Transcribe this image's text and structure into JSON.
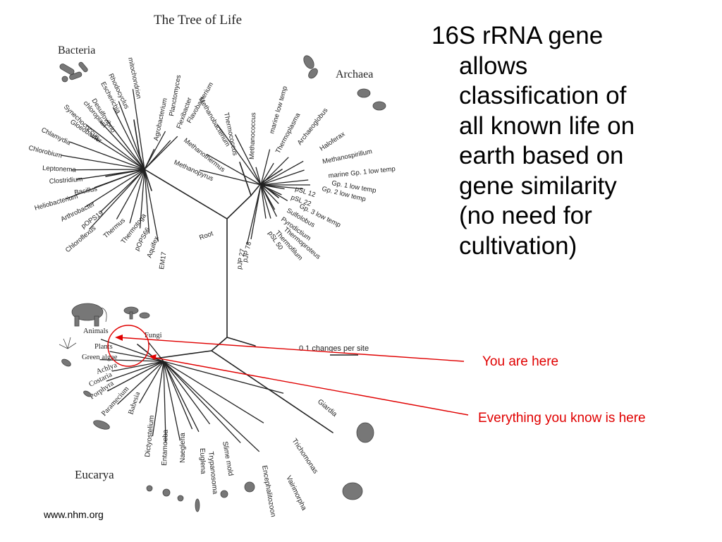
{
  "diagram": {
    "title": "The Tree of Life",
    "domains": {
      "bacteria": "Bacteria",
      "archaea": "Archaea",
      "eucarya": "Eucarya"
    },
    "root": "Root",
    "scale": "0.1 changes per site",
    "bacteria_taxa": [
      "mitochondrion",
      "Agrobacterium",
      "Planctomyces",
      "Flexibacter",
      "Flavobacterium",
      "Rhodocyclus",
      "Escherichia",
      "Desulfovibrio",
      "chloroplast",
      "Synechococcus",
      "Gloeobacter",
      "Chlamydia",
      "Chlorobium",
      "Leptonema",
      "Clostridium",
      "Bacillus",
      "Heliobacterium",
      "Arthrobacter",
      "pOPS19",
      "Chloroflexus",
      "Thermus",
      "Thermotoga",
      "pOPS66",
      "Aquifex",
      "EM17"
    ],
    "archaea_taxa": [
      "Methanobacterium",
      "Thermococcus",
      "Methanococcus",
      "marine low temp",
      "Thermoplasma",
      "Archaeoglobus",
      "Haloferax",
      "Methanospirillum",
      "Methanothermus",
      "Methanopyrus",
      "marine Gp. 1 low temp",
      "Gp. 1 low temp",
      "Gp. 2 low temp",
      "pSL 12",
      "pSL 22",
      "Gp. 3 low temp",
      "Sulfolobus",
      "Pyrodictium",
      "Thermoproteus",
      "Thermofilum",
      "pSL 50",
      "pJP 78",
      "pJP 27"
    ],
    "eucarya_taxa": [
      "Animals",
      "Fungi",
      "Plants",
      "Green algae",
      "Achlya",
      "Costaria",
      "Porphyra",
      "Paramecium",
      "Babesia",
      "Dictyostelium",
      "Entamoeba",
      "Naegleria",
      "Euglena",
      "Trypanosoma",
      "Slime mold",
      "Encephalitozoon",
      "Vairimorpha",
      "Trichomonas",
      "Giardia"
    ]
  },
  "bullet_lines": [
    "16S rRNA gene",
    "allows",
    "classification of",
    "all known life on",
    "earth based on",
    "gene similarity",
    "(no need for",
    "cultivation)"
  ],
  "callouts": {
    "you_are_here": "You are here",
    "everything_here": "Everything you know is here"
  },
  "source": "www.nhm.org",
  "colors": {
    "annotation": "#e00000",
    "tree": "#222222",
    "text": "#000000"
  }
}
